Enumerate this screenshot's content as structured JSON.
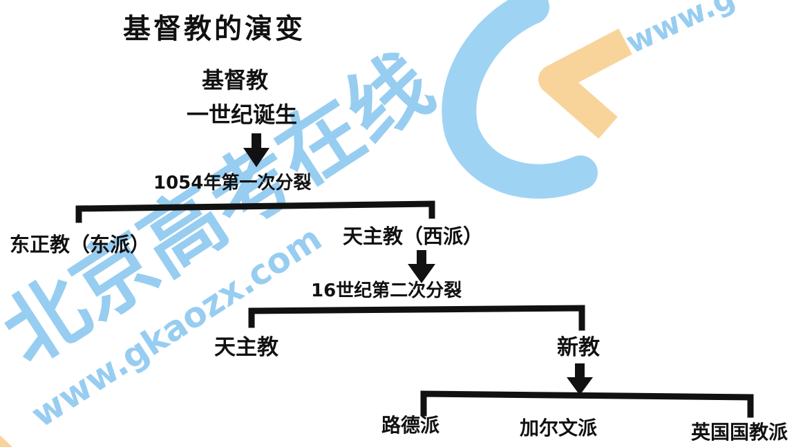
{
  "diagram": {
    "title": "基督教的演变",
    "root": {
      "line1": "基督教",
      "line2": "一世纪诞生"
    },
    "first_split": {
      "label": "1054年第一次分裂",
      "left_branch": "东正教（东派）",
      "right_branch": "天主教（西派）"
    },
    "second_split": {
      "label": "16世纪第二次分裂",
      "left_branch": "天主教",
      "right_branch": "新教"
    },
    "protestant_branches": [
      "路德派",
      "加尔文派",
      "英国国教派"
    ]
  },
  "watermark": {
    "logo_letters": "GK",
    "brand": "北京高考在线",
    "url_main": "www.gkaozx.com",
    "url_corner": "www.g",
    "colors": {
      "blue": "#7ec4ef",
      "orange": "#f7c98a"
    }
  },
  "colors": {
    "line": "#111111",
    "text": "#111111"
  }
}
